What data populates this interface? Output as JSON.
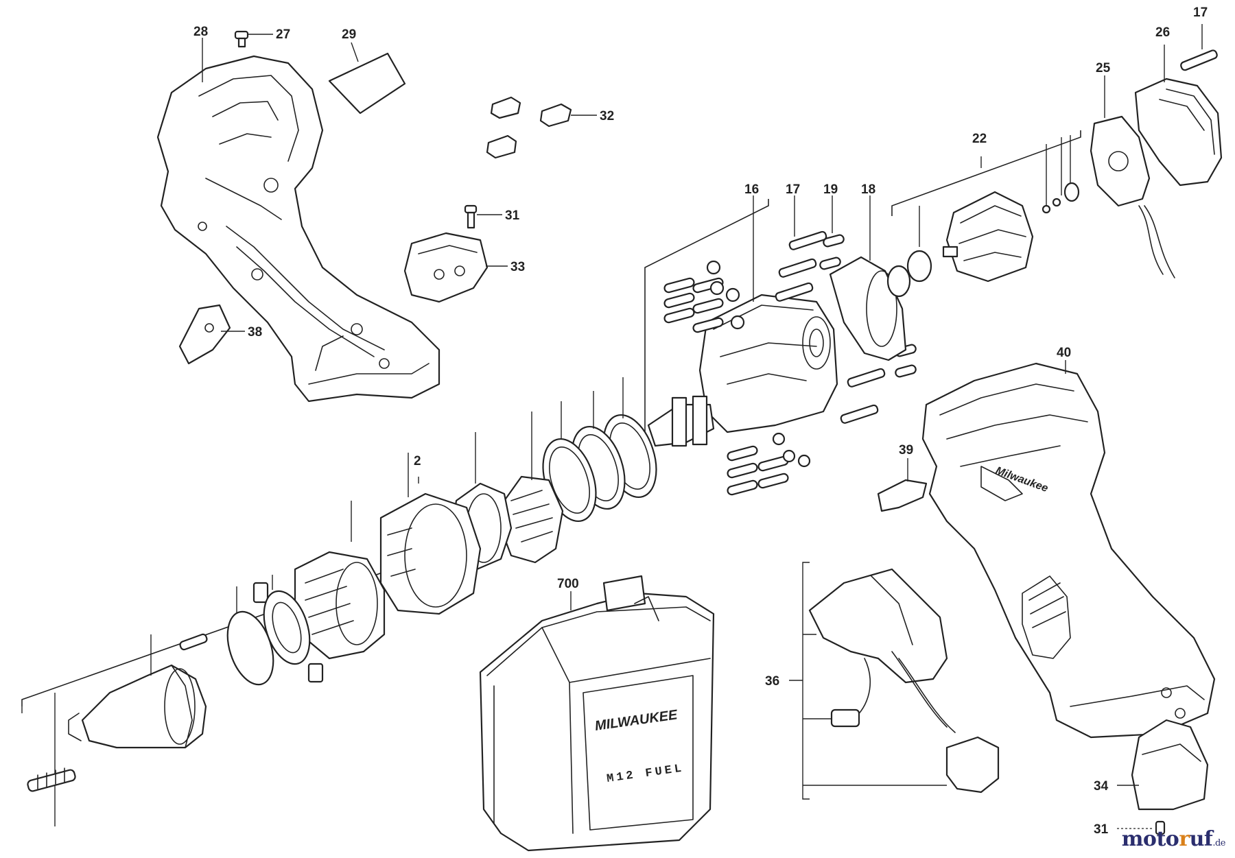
{
  "labels": {
    "l28": "28",
    "l27": "27",
    "l29": "29",
    "l32": "32",
    "l31a": "31",
    "l33": "33",
    "l38": "38",
    "l16": "16",
    "l17a": "17",
    "l19": "19",
    "l18": "18",
    "l22": "22",
    "l25": "25",
    "l26": "26",
    "l17b": "17",
    "l40": "40",
    "l39": "39",
    "l2": "2",
    "l700": "700",
    "l36": "36",
    "l34": "34",
    "l31b": "31"
  },
  "case_branding": {
    "logo_text": "MILWAUKEE",
    "plate_text": "M12 FUEL"
  },
  "housing_branding": "Milwaukee",
  "watermark": {
    "pre": "moto",
    "mid": "r",
    "post": "uf",
    "tld": ".de"
  },
  "colors": {
    "line": "#222222",
    "background": "#ffffff",
    "watermark_primary": "#2b2e6e",
    "watermark_accent": "#d9801a"
  }
}
